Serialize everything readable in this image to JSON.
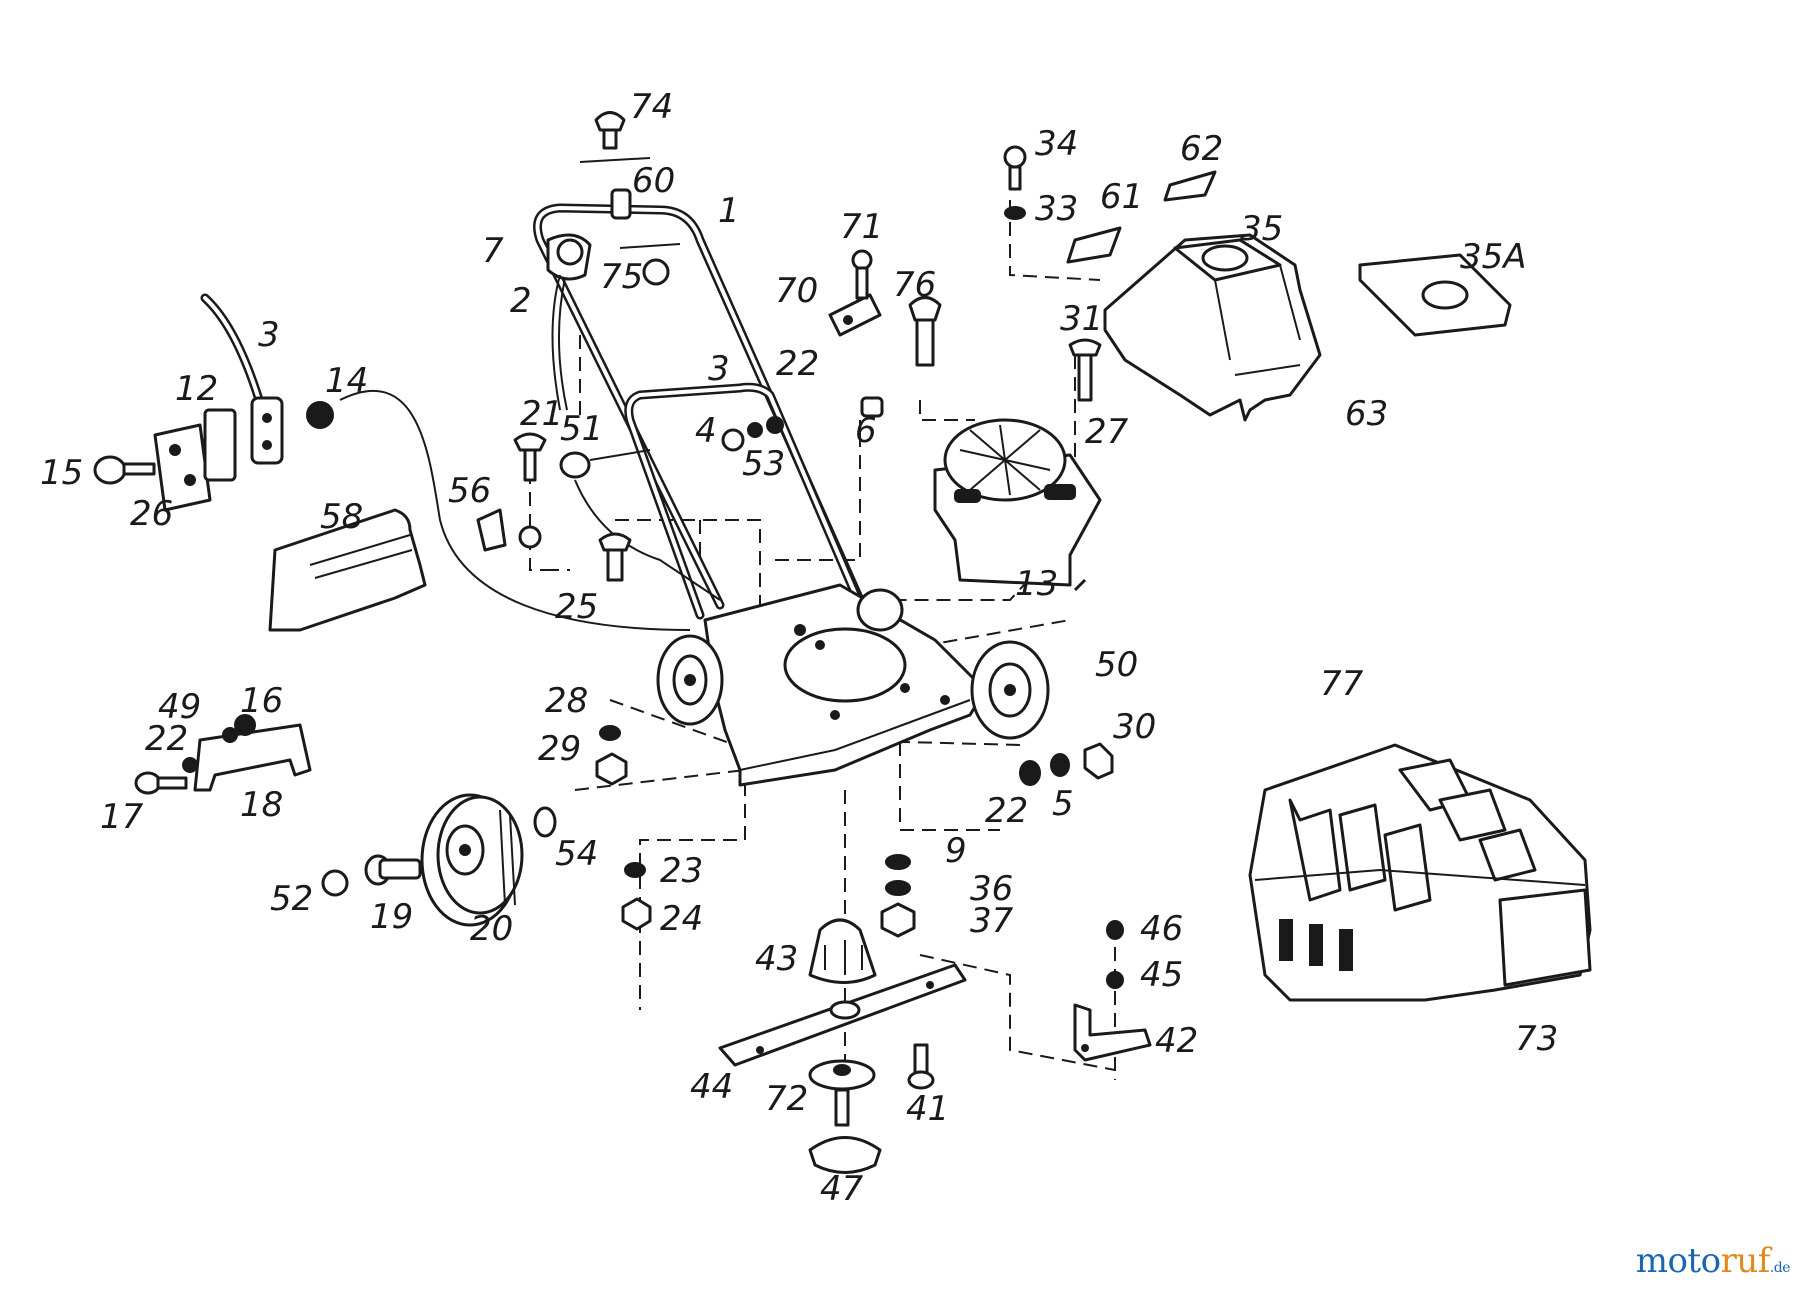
{
  "diagram": {
    "part_numbers": {
      "p1": "1",
      "p2": "2",
      "p3a": "3",
      "p3b": "3",
      "p4": "4",
      "p5": "5",
      "p6": "6",
      "p7": "7",
      "p9": "9",
      "p12": "12",
      "p13": "13",
      "p14": "14",
      "p15": "15",
      "p16": "16",
      "p17": "17",
      "p18": "18",
      "p19": "19",
      "p20": "20",
      "p21": "21",
      "p22a": "22",
      "p22b": "22",
      "p22c": "22",
      "p23": "23",
      "p24": "24",
      "p25": "25",
      "p26": "26",
      "p27": "27",
      "p28": "28",
      "p29": "29",
      "p30": "30",
      "p31": "31",
      "p33": "33",
      "p34": "34",
      "p35": "35",
      "p35A": "35A",
      "p36": "36",
      "p37": "37",
      "p41": "41",
      "p42": "42",
      "p43": "43",
      "p44": "44",
      "p45": "45",
      "p46": "46",
      "p47": "47",
      "p49": "49",
      "p50": "50",
      "p51": "51",
      "p52": "52",
      "p53": "53",
      "p54": "54",
      "p56": "56",
      "p58": "58",
      "p60": "60",
      "p61": "61",
      "p62": "62",
      "p63": "63",
      "p70": "70",
      "p71": "71",
      "p72": "72",
      "p73": "73",
      "p74": "74",
      "p75": "75",
      "p76": "76",
      "p77": "77"
    }
  },
  "watermark": {
    "part1": "moto",
    "part2": "ruf",
    "part3": ".de"
  }
}
